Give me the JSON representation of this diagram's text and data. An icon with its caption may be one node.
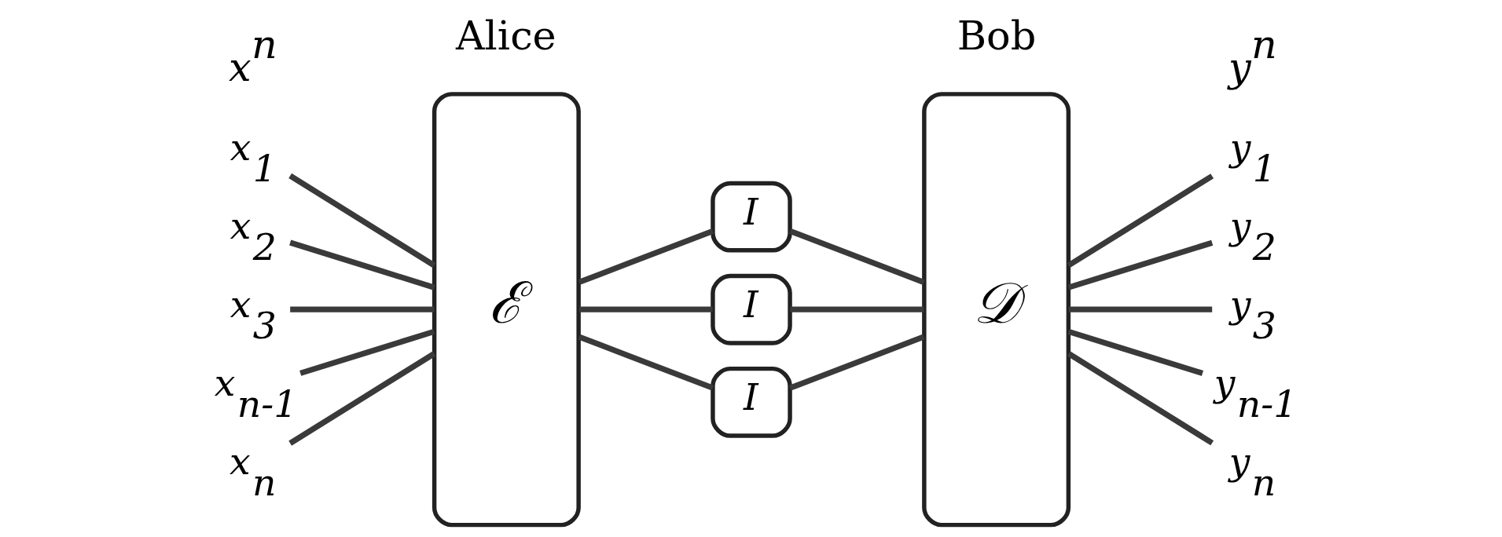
{
  "diagram": {
    "nodes": [
      {
        "text": [
          "x$_{1}$"
        ]
      },
      {
        "text": [
          "x$_{2}$"
        ]
      },
      {
        "text": [
          "x$_{3}$"
        ]
      },
      {
        "text": [
          "x$_{n-1}$"
        ]
      },
      {
        "text": [
          "x$_{n}$"
        ]
      },
      {
        "text": [
          "ℰ"
        ]
      },
      {
        "text": [
          "I"
        ]
      },
      {
        "text": [
          "I"
        ]
      },
      {
        "text": [
          "I"
        ]
      },
      {
        "text": [
          "𝒟"
        ]
      },
      {
        "text": [
          "y$_{1}$"
        ]
      },
      {
        "text": [
          "y$_{2}$"
        ]
      },
      {
        "text": [
          "y$_{3}$"
        ]
      },
      {
        "text": [
          "y$_{n-1}$"
        ]
      },
      {
        "text": [
          "y$_{n}$"
        ]
      }
    ],
    "edges": [
      {
        "from": 0,
        "to": 5,
        "arrow": "none"
      },
      {
        "from": 1,
        "to": 5,
        "arrow": "none"
      },
      {
        "from": 2,
        "to": 5,
        "arrow": "none"
      },
      {
        "from": 3,
        "to": 5,
        "arrow": "none"
      },
      {
        "from": 4,
        "to": 5,
        "arrow": "none"
      },
      {
        "from": 5,
        "to": 6,
        "arrow": "none"
      },
      {
        "from": 5,
        "to": 7,
        "arrow": "none"
      },
      {
        "from": 5,
        "to": 8,
        "arrow": "none"
      },
      {
        "from": 6,
        "to": 9,
        "arrow": "none"
      },
      {
        "from": 7,
        "to": 9,
        "arrow": "none"
      },
      {
        "from": 8,
        "to": 9,
        "arrow": "none"
      },
      {
        "from": 9,
        "to": 10,
        "arrow": "none"
      },
      {
        "from": 9,
        "to": 11,
        "arrow": "none"
      },
      {
        "from": 9,
        "to": 12,
        "arrow": "none"
      },
      {
        "from": 9,
        "to": 13,
        "arrow": "none"
      },
      {
        "from": 9,
        "to": 14,
        "arrow": "none"
      }
    ],
    "labels": [
      "Alice",
      "Bob",
      "x$^{n}$",
      "y$^{n}$"
    ]
  }
}
